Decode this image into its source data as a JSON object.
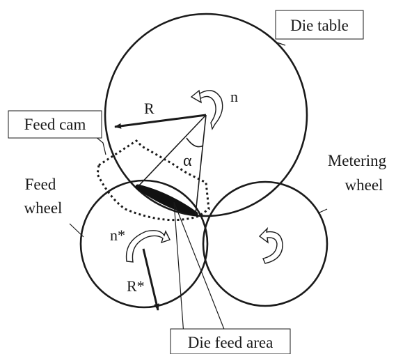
{
  "labels": {
    "die_table": "Die table",
    "feed_cam": "Feed cam",
    "feed_wheel_line1": "Feed",
    "feed_wheel_line2": "wheel",
    "metering_wheel_line1": "Metering",
    "metering_wheel_line2": "wheel",
    "die_feed_area": "Die feed area"
  },
  "symbols": {
    "R": "R",
    "n": "n",
    "alpha": "α",
    "n_star": "n*",
    "R_star": "R*"
  },
  "colors": {
    "stroke": "#1a1a1a",
    "background": "#ffffff"
  }
}
